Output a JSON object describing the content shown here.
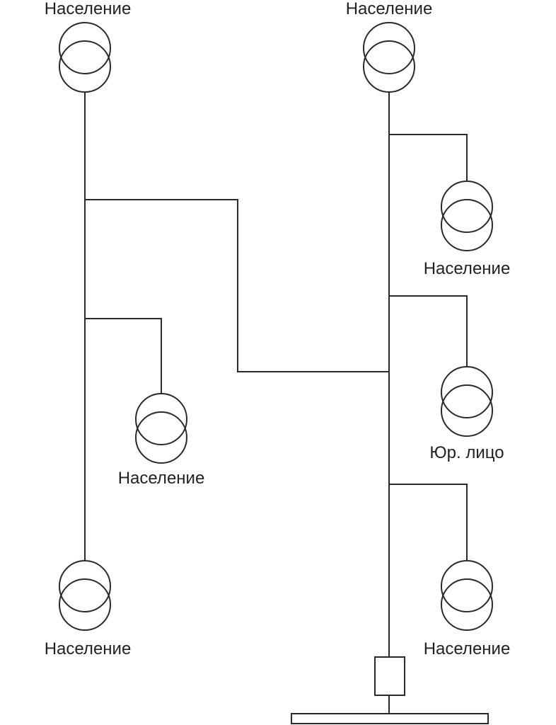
{
  "diagram": {
    "type": "single-line electrical network scheme",
    "colors": {
      "line": "#2a2a2a",
      "text": "#222222",
      "background": "#ffffff"
    },
    "transformers": [
      {
        "id": "t1",
        "label": "Население"
      },
      {
        "id": "t2",
        "label": "Население"
      },
      {
        "id": "t3",
        "label": "Население"
      },
      {
        "id": "t4",
        "label": "Население"
      },
      {
        "id": "t5",
        "label": "Население"
      },
      {
        "id": "t6",
        "label": "Юр. лицо"
      },
      {
        "id": "t7",
        "label": "Население"
      }
    ],
    "symbols": {
      "transformer": "two-winding-transformer-icon",
      "switch": "switch-box-icon",
      "busbar": "busbar-icon"
    }
  }
}
